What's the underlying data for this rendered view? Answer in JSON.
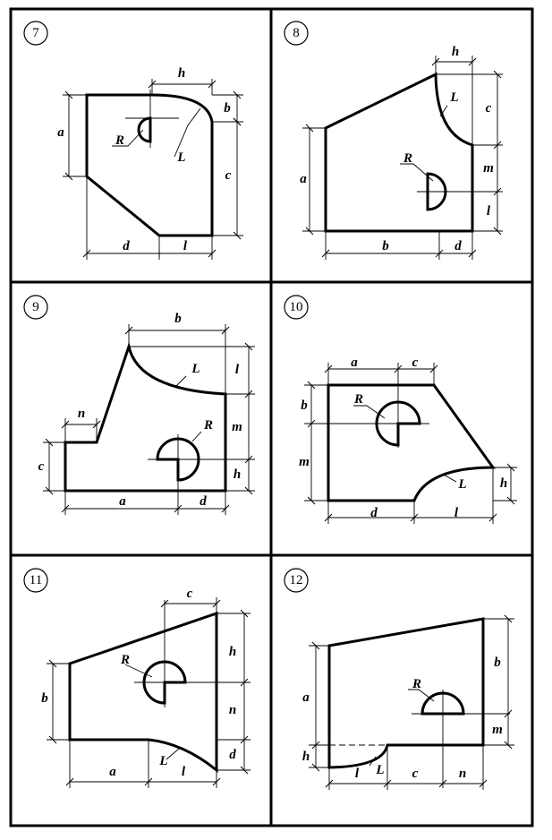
{
  "panels": [
    {
      "number": "7",
      "labels": {
        "h": "h",
        "b": "b",
        "a": "a",
        "c": "c",
        "R": "R",
        "L": "L",
        "d": "d",
        "l": "l"
      }
    },
    {
      "number": "8",
      "labels": {
        "h": "h",
        "L": "L",
        "c": "c",
        "R": "R",
        "m": "m",
        "a": "a",
        "l": "l",
        "b": "b",
        "d": "d"
      }
    },
    {
      "number": "9",
      "labels": {
        "b": "b",
        "L": "L",
        "l": "l",
        "n": "n",
        "R": "R",
        "m": "m",
        "c": "c",
        "h": "h",
        "a": "a",
        "d": "d"
      }
    },
    {
      "number": "10",
      "labels": {
        "a": "a",
        "c": "c",
        "b": "b",
        "R": "R",
        "m": "m",
        "L": "L",
        "h": "h",
        "d": "d",
        "l": "l"
      }
    },
    {
      "number": "11",
      "labels": {
        "c": "c",
        "h": "h",
        "R": "R",
        "b": "b",
        "n": "n",
        "L": "L",
        "d": "d",
        "a": "a",
        "l": "l"
      }
    },
    {
      "number": "12",
      "labels": {
        "b": "b",
        "R": "R",
        "a": "a",
        "m": "m",
        "h": "h",
        "l": "l",
        "L": "L",
        "c": "c",
        "n": "n"
      }
    }
  ]
}
